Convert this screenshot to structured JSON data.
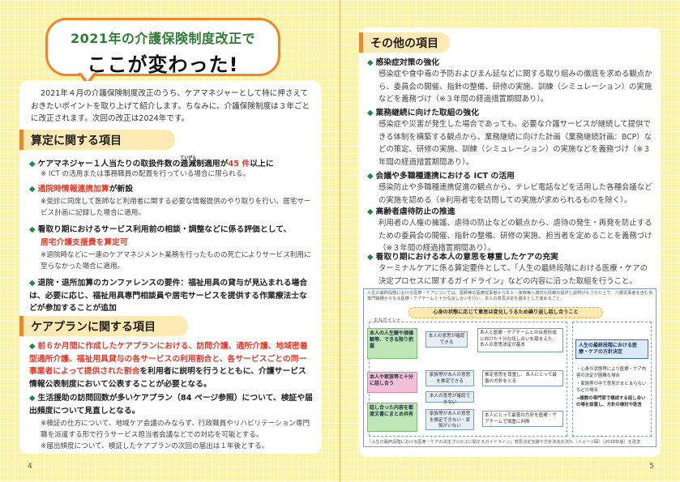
{
  "title": {
    "line1": "2021年の介護保険制度改正で",
    "line2": "ここが変わった!"
  },
  "intro": "2021年４月の介護保険制度改正のうち、ケアマネジャーとして特に押さえておきたいポイントを取り上げて紹介します。ちなみに、介護保険制度は３年ごとに改正されます。次回の改正は2024年です。",
  "sections": {
    "santei": "算定に関する項目",
    "careplan": "ケアプランに関する項目",
    "other": "その他の項目"
  },
  "santei_items": {
    "i1_pre": "ケアマネジャー１人当たりの取扱件数の",
    "i1_ruby": "ていげん",
    "i1_word": "逓減",
    "i1_mid": "制適用が",
    "i1_red": "45 件",
    "i1_post": "以上に",
    "i1_note": "※ ICT の活用または事務職員の配置を行っている場合に限られる。",
    "i2_red": "通院時情報連携加算",
    "i2_post": "が新設",
    "i2_note": "※受診に同席して医師など利用者に関する必要な情報提供のやり取りを行い、居宅サービス計画に記録した場合に適用。",
    "i3_main": "看取り期におけるサービス利用前の相談・調整などに係る評価として、",
    "i3_red": "居宅介護支援費を算定可",
    "i3_note": "※退院時などに一連のケアマネジメント業務を行ったものの死亡によりサービス利用に至らなかった場合に適用。",
    "i4_main": "退院・退所加算のカンファレンスの要件：福祉用具の貸与が見込まれる場合は、必要に応じ、福祉用具専門相談員や居宅サービスを提供する作業療法士などが参加することが追加"
  },
  "careplan_items": {
    "c1_red": "前６か月間に作成したケアプランにおける、訪問介護、通所介護、地域密着型通所介護、福祉用具貸与の各サービスの利用割合と、各サービスごとの同一事業者によって提供された割合",
    "c1_post": "を利用者に説明を行うとともに、介護サービス情報公表制度において公表することが必要となる。",
    "c2_main": "生活援助の訪問回数が多いケアプラン（84 ページ参照）について、検証や届出頻度について見直しとなる。",
    "c2_note1": "※検証の仕方について、地域ケア会議のみならず、行政職員やリハビリテーション専門職を派遣する形で行うサービス担当者会議などでの対応を可能とする。",
    "c2_note2": "※届出頻度について、検証したケアプランの次回の届出は１年後とする。"
  },
  "other_items": [
    {
      "title": "感染症対策の強化",
      "body": "感染症や食中毒の予防およびまん延などに関する取り組みの徹底を求める観点から、委員会の開催、指針の整備、研修の実施、訓練（シミュレーション）の実施などを義務づけ（※３年間の経過措置期間あり）。"
    },
    {
      "title": "業務継続に向けた取組の強化",
      "body": "感染症や災害が発生した場合であっても、必要な介護サービスが継続して提供できる体制を構築する観点から、業務継続に向けた計画（業務継続計画：BCP）などの策定、研修の実施、訓練（シミュレーション）の実施などを義務づけ（※３年間の経過措置期間あり）。"
    },
    {
      "title": "会議や多職種連携における ICT の活用",
      "body": "感染防止や多職種連携促進の観点から、テレビ電話などを活用した各種会議などの実施を認める（※利用者宅を訪問しての実施が求められるものを除く）。"
    },
    {
      "title": "高齢者虐待防止の推進",
      "body": "利用者の人権の擁護、虐待の防止などの観点から、虐待の発生・再発を防止するための委員会の開催、指針の整備、研修の実施、担当者を定めることを義務づけ（※３年間の経過措置期間あり）。"
    },
    {
      "title": "看取り期における本人の意思を尊重したケアの充実",
      "body": "ターミナルケアに係る算定要件として、「人生の最終段階における医療・ケアの決定プロセスに関するガイドライン」などの内容に沿った取組を行うこと。"
    }
  ],
  "diagram": {
    "intro": "人生の最終段階における医療・ケアについては、医師等の医療従事者から本人・家族等へ適切な情報の提供と説明がなされた上で、介護従事者を含む多専門職種からなる医療・ケアチームと十分な話し合いを行い、本人の意思決定を基本として進めること。",
    "top": "心身の状態に応じて意思は変化しうるため繰り返し話し合うこと",
    "main_label": "主なポイント",
    "g1": "本人の人生観や価値観等、できる限り把握",
    "p1": "本人や家族等と十分に話し合う",
    "g2": "話し合った内容を都度文書にまとめ共有",
    "b1": "本人の意思が確認できる",
    "b2": "本人と医療・ケアチームとの合意形成に向けた十分な話し合いを踏まえた、本人の意思決定が基本",
    "b3": "家族等が本人の意思を推定できる",
    "b4": "推定意思を尊重し、本人にとって最善の方針をとる",
    "b5": "本人の意思が確認できない",
    "b6": "家族等が本人の意思を推定できない・家族がいない",
    "b7": "本人にとって最善の方針を医療・ケアチームで慎重に判断",
    "right_title": "人生の最終段階における医療・ケアの方針決定",
    "r1": "・心身の状態等により医療・ケア内容の決定が困難な場合",
    "r2": "・家族等の中で意見がまとまらないなどの場合",
    "r3": "→複数の専門家で構成する話し合いの場を設置し、方針の検討や助言",
    "caption": "「人生の最終段階における医療・ケアの決定プロセスに関するガイドライン」意思決定支援や方針決定の流れ（イメージ図）（2018年版）を改変"
  },
  "page_numbers": {
    "left": "4",
    "right": "5"
  },
  "colors": {
    "orange": "#f2852a",
    "green": "#1b8a3c",
    "red": "#e23a2a",
    "grid_bg": "#fbf3a8"
  }
}
